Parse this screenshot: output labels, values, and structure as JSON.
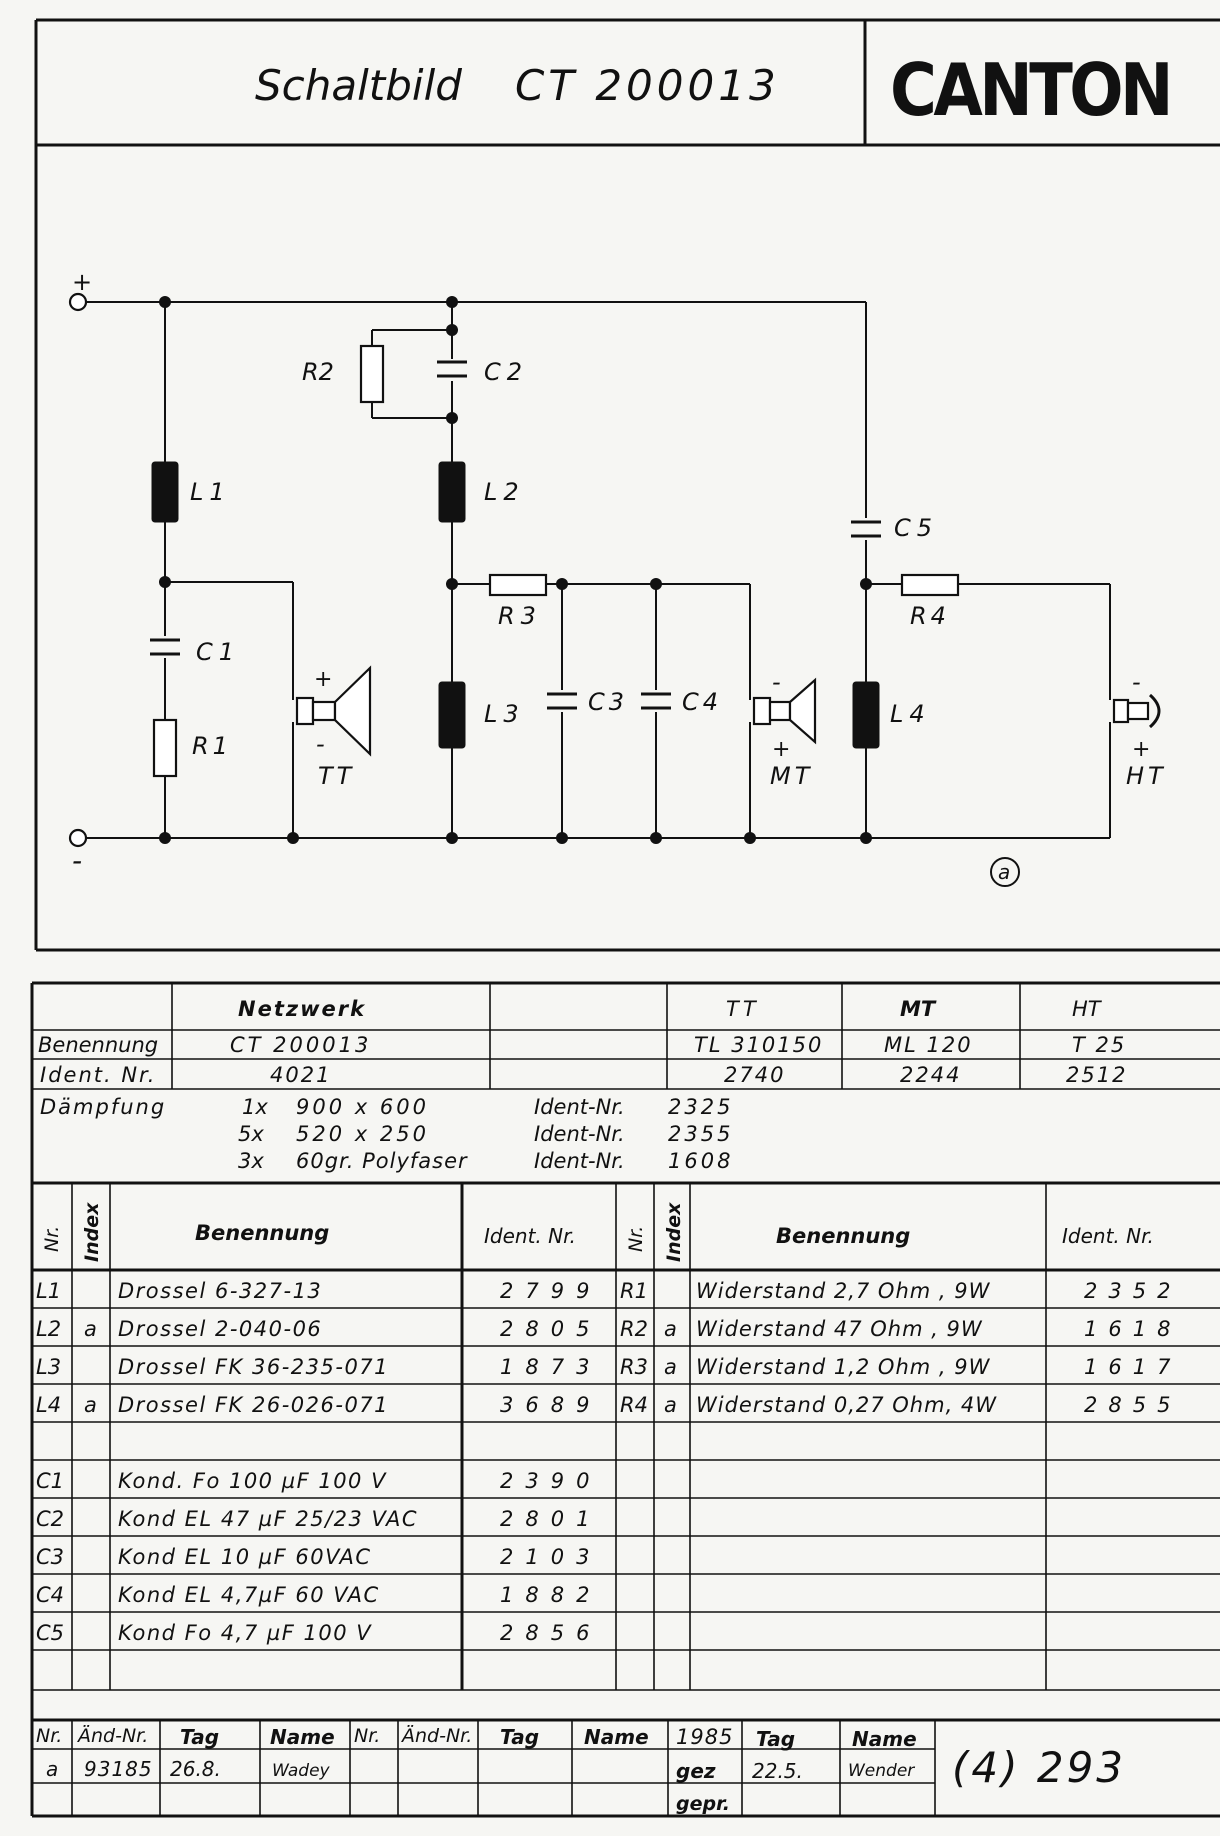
{
  "header": {
    "title": "Schaltbild",
    "model": "CT 200013",
    "brand": "CANTON"
  },
  "schematic": {
    "terminals": {
      "plus": "+",
      "minus": "-"
    },
    "labels": {
      "R1": "R1",
      "R2": "R2",
      "R3": "R3",
      "R4": "R4",
      "L1": "L1",
      "L2": "L2",
      "L3": "L3",
      "L4": "L4",
      "C1": "C1",
      "C2": "C2",
      "C3": "C3",
      "C4": "C4",
      "C5": "C5",
      "TT": "TT",
      "MT": "MT",
      "HT": "HT"
    },
    "speaker_polarity": {
      "TT": {
        "top": "+",
        "bottom": "-"
      },
      "MT": {
        "top": "-",
        "bottom": "+"
      },
      "HT": {
        "top": "-",
        "bottom": "+"
      }
    },
    "revision_marker": "a"
  },
  "summary": {
    "col_headers": [
      "Netzwerk",
      "",
      "TT",
      "MT",
      "HT"
    ],
    "rows": [
      {
        "label": "Benennung",
        "cells": [
          "CT 200013",
          "",
          "TL 310150",
          "ML 120",
          "T 25"
        ]
      },
      {
        "label": "Ident. Nr.",
        "cells": [
          "4021",
          "",
          "2740",
          "2244",
          "2512"
        ]
      }
    ]
  },
  "damping": {
    "label": "Dämpfung",
    "items": [
      {
        "qty": "1x",
        "desc": "900 x 600",
        "ident_label": "Ident-Nr.",
        "ident": "2325"
      },
      {
        "qty": "5x",
        "desc": "520 x 250",
        "ident_label": "Ident-Nr.",
        "ident": "2355"
      },
      {
        "qty": "3x",
        "desc": "60gr. Polyfaser",
        "ident_label": "Ident-Nr.",
        "ident": "1608"
      }
    ]
  },
  "parts": {
    "headers": {
      "nr": "Nr.",
      "index": "Index",
      "name": "Benennung",
      "ident": "Ident. Nr."
    },
    "left": [
      {
        "nr": "L1",
        "index": "",
        "name": "Drossel   6-327-13",
        "ident": "2799"
      },
      {
        "nr": "L2",
        "index": "a",
        "name": "Drossel   2-040-06",
        "ident": "2805"
      },
      {
        "nr": "L3",
        "index": "",
        "name": "Drossel  FK 36-235-071",
        "ident": "1873"
      },
      {
        "nr": "L4",
        "index": "a",
        "name": "Drossel  FK 26-026-071",
        "ident": "3689"
      },
      {
        "nr": "",
        "index": "",
        "name": "",
        "ident": ""
      },
      {
        "nr": "C1",
        "index": "",
        "name": "Kond. Fo 100 µF  100 V",
        "ident": "2390"
      },
      {
        "nr": "C2",
        "index": "",
        "name": "Kond EL 47 µF  25/23 VAC",
        "ident": "2801"
      },
      {
        "nr": "C3",
        "index": "",
        "name": "Kond EL 10 µF  60VAC",
        "ident": "2103"
      },
      {
        "nr": "C4",
        "index": "",
        "name": "Kond EL 4,7µF  60 VAC",
        "ident": "1882"
      },
      {
        "nr": "C5",
        "index": "",
        "name": "Kond Fo 4,7 µF  100 V",
        "ident": "2856"
      },
      {
        "nr": "",
        "index": "",
        "name": "",
        "ident": ""
      }
    ],
    "right": [
      {
        "nr": "R1",
        "index": "",
        "name": "Widerstand 2,7 Ohm , 9W",
        "ident": "2352"
      },
      {
        "nr": "R2",
        "index": "a",
        "name": "Widerstand 47  Ohm , 9W",
        "ident": "1618"
      },
      {
        "nr": "R3",
        "index": "a",
        "name": "Widerstand 1,2  Ohm , 9W",
        "ident": "1617"
      },
      {
        "nr": "R4",
        "index": "a",
        "name": "Widerstand 0,27 Ohm,  4W",
        "ident": "2855"
      },
      {
        "nr": "",
        "index": "",
        "name": "",
        "ident": ""
      },
      {
        "nr": "",
        "index": "",
        "name": "",
        "ident": ""
      },
      {
        "nr": "",
        "index": "",
        "name": "",
        "ident": ""
      },
      {
        "nr": "",
        "index": "",
        "name": "",
        "ident": ""
      },
      {
        "nr": "",
        "index": "",
        "name": "",
        "ident": ""
      },
      {
        "nr": "",
        "index": "",
        "name": "",
        "ident": ""
      },
      {
        "nr": "",
        "index": "",
        "name": "",
        "ident": ""
      }
    ]
  },
  "title_block": {
    "headers": [
      "Nr.",
      "Änd-Nr.",
      "Tag",
      "Name",
      "Nr.",
      "Änd-Nr.",
      "Tag",
      "Name"
    ],
    "rev_row": {
      "nr": "a",
      "aend_nr": "93185",
      "tag": "26.8.",
      "name": "Wadey"
    },
    "year": "1985",
    "tag_label": "Tag",
    "name_label": "Name",
    "gez_label": "gez",
    "gez_tag": "22.5.",
    "gez_name": "Wender",
    "gepr_label": "gepr.",
    "drawing_number": "(4) 293"
  }
}
